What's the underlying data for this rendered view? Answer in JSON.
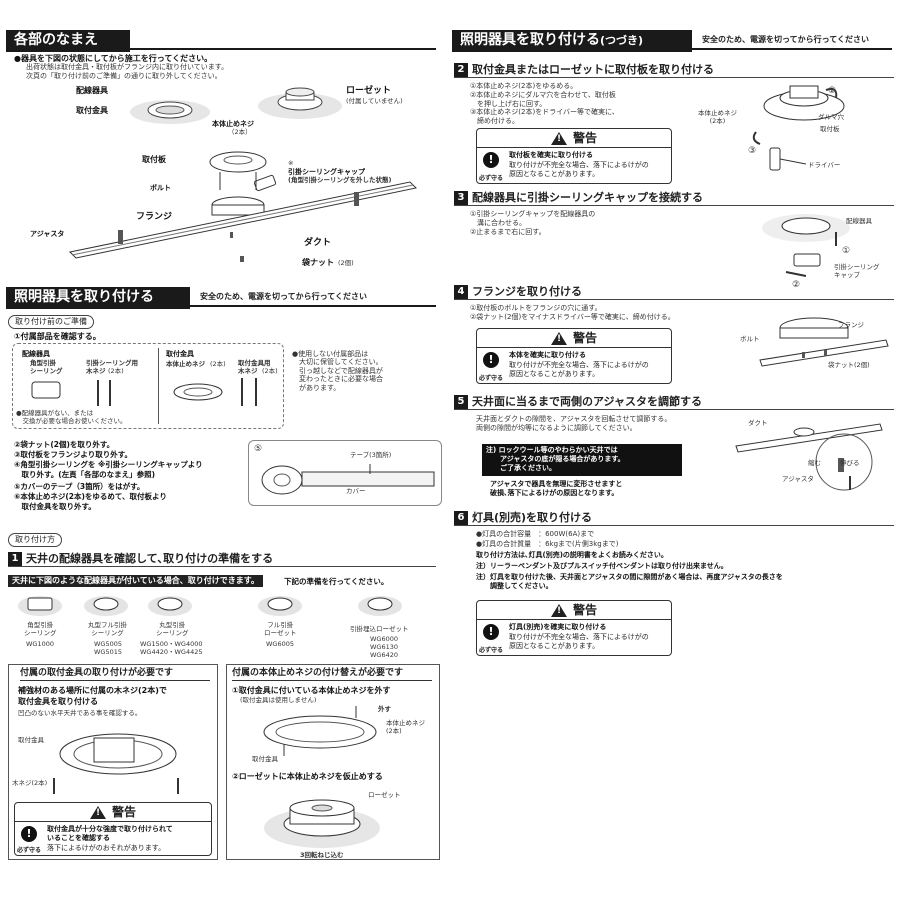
{
  "left": {
    "parts": {
      "title": "各部のなまえ",
      "note1": "●器具を下図の状態にしてから施工を行ってください。",
      "note2": "出荷状態は取付金具・取付板がフランジ内に取り付いています。\n次頁の「取り付け前のご準備」の通りに取り外してください。",
      "labels": {
        "haisen": "配線器具",
        "kanagu": "取付金具",
        "rosette": "ローゼット",
        "rosette_note": "(付属していません)",
        "honneji": "本体止めネジ",
        "honneji_count": "（2本）",
        "toritsukeita": "取付板",
        "hikikake": "引掛シーリングキャップ",
        "hikikake_note": "(角型引掛シーリングを外した状態)",
        "kome": "※",
        "bolt": "ボルト",
        "flange": "フランジ",
        "adjuster": "アジャスタ",
        "duct": "ダクト",
        "fukuro": "袋ナット",
        "fukuro_count": "(2個)"
      }
    },
    "install": {
      "title": "照明器具を取り付ける",
      "note": "安全のため、電源を切ってから行ってください",
      "prep_tab": "取り付け前のご準備",
      "prep1": "①付属部品を確認する。",
      "box": {
        "haisen": "配線器具",
        "kaku": "角型引掛\nシーリング",
        "hikikake_you": "引掛シーリング用\n木ネジ",
        "hikikake_cnt": "(2本)",
        "kanagu": "取付金具",
        "honneji": "本体止めネジ",
        "honneji_cnt": "(2本)",
        "kanagu_moku": "取付金具用\n木ネジ",
        "kanagu_cnt": "(2本)",
        "missing": "●配線器具がない、または\n　交換が必要な場合お使いください。"
      },
      "unused": "●使用しない付属部品は\n　大切に保管してください。\n　引っ越しなどで配線器具が\n　変わったときに必要な場合\n　があります。",
      "steps": [
        "②袋ナット(2個)を取り外す。",
        "③取付板をフランジより取り外す。",
        "④角型引掛シーリングを ※引掛シーリングキャップより",
        "　取り外す。(左頁「各部のなまえ」参照)",
        "⑤カバーのテープ（3箇所）をはがす。",
        "⑥本体止めネジ(2本)をゆるめて、取付板より",
        "　取付金具を取り外す。"
      ],
      "fig5": {
        "num": "⑤",
        "tape": "テープ(3箇所)",
        "cover": "カバー"
      }
    },
    "howto": {
      "tab": "取り付け方",
      "step1_num": "1",
      "step1_title": "天井の配線器具を確認して､取り付けの準備をする",
      "bar": "天井に下図のような配線器具が付いている場合、取り付けできます。",
      "bar_after": "下記の準備を行ってください。",
      "fixtures": [
        {
          "name": "角型引掛\nシーリング",
          "model": "WG1000"
        },
        {
          "name": "丸型フル引掛\nシーリング",
          "model": "WG5005\nWG5015"
        },
        {
          "name": "丸型引掛\nシーリング",
          "model": "WG1500・WG4000\nWG4420・WG4425"
        },
        {
          "name": "フル引掛\nローゼット",
          "model": "WG6005"
        },
        {
          "name": "引掛埋込ローゼット",
          "model": "WG6000\nWG6130\nWG6420"
        }
      ],
      "boxA": {
        "title": "付属の取付金具の取り付けが必要です",
        "h1": "補強材のある場所に付属の木ネジ(2本)で",
        "h2": "取付金具を取り付ける",
        "sub": "凹凸のない水平天井である事を確認する。",
        "lbl_kanagu": "取付金具",
        "lbl_mokuneji": "木ネジ(2本)",
        "warn_title": "警告",
        "warn_bold": "取付金具が十分な強度で取り付けられて\nいることを確認する",
        "warn_text": "落下によるけがのおそれがあります。",
        "must": "必ず守る"
      },
      "boxB": {
        "title": "付属の本体止めネジの付け替えが必要です",
        "s1": "①取付金具に付いている本体止めネジを外す",
        "s1_sub": "(取付金具は使用しません)",
        "lbl_soto": "外す",
        "lbl_honneji": "本体止めネジ\n(2本)",
        "lbl_kanagu": "取付金具",
        "s2": "②ローゼットに本体止めネジを仮止めする",
        "lbl_rosette": "ローゼット",
        "lbl_3kai": "3回転ねじ込む"
      }
    }
  },
  "right": {
    "header": {
      "title": "照明器具を取り付ける",
      "title_sub": "(つづき)",
      "note": "安全のため、電源を切ってから行ってください"
    },
    "s2": {
      "num": "2",
      "title": "取付金具またはローゼットに取付板を取り付ける",
      "text": "①本体止めネジ(2本)をゆるめる。\n②本体止めネジにダルマ穴を合わせて、取付板\n　を押し上げ右に回す。\n③本体止めネジ(2本)をドライバー等で確実に、\n　締め付ける。",
      "lbl_honneji": "本体止めネジ\n(2本)",
      "lbl_daruma": "ダルマ穴",
      "lbl_ita": "取付板",
      "lbl_driver": "ドライバー",
      "c2": "②",
      "c3": "③",
      "warn_title": "警告",
      "warn_bold": "取付板を確実に取り付ける",
      "warn_text": "取り付けが不完全な場合、落下によるけがの\n原因となることがあります。",
      "must": "必ず守る"
    },
    "s3": {
      "num": "3",
      "title": "配線器具に引掛シーリングキャップを接続する",
      "text": "①引掛シーリングキャップを配線器具の\n　溝に合わせる。\n②止まるまで右に回す。",
      "lbl_haisen": "配線器具",
      "lbl_cap": "引掛シーリング\nキャップ",
      "c1": "①",
      "c2": "②"
    },
    "s4": {
      "num": "4",
      "title": "フランジを取り付ける",
      "text": "①取付板のボルトをフランジの穴に通す。\n②袋ナット(2個)をマイナスドライバー等で確実に、締め付ける。",
      "lbl_flange": "フランジ",
      "lbl_bolt": "ボルト",
      "lbl_nut": "袋ナット(2個)",
      "warn_title": "警告",
      "warn_bold": "本体を確実に取り付ける",
      "warn_text": "取り付けが不完全な場合、落下によるけがの\n原因となることがあります。",
      "must": "必ず守る"
    },
    "s5": {
      "num": "5",
      "title": "天井面に当るまで両側のアジャスタを調節する",
      "text": "天井面とダクトの隙間を、アジャスタを回転させて調節する。\n両側の隙間が均等になるように調節してください。",
      "black": "注) ロックウール等のやわらかい天井では\n　　アジャスタの底が隠る場合があります。\n　　ご了承ください。",
      "bold2": "アジャスタで器具を無理に変形させますと\n破損､落下によるけがの原因となります。",
      "lbl_duct": "ダクト",
      "lbl_chijimu": "縮む",
      "lbl_nobiru": "伸びる",
      "lbl_adjuster": "アジャスタ"
    },
    "s6": {
      "num": "6",
      "title": "灯具(別売)を取り付ける",
      "l1": "●灯具の合計容量　：600W(6A)まで",
      "l2": "●灯具の合計質量　：6kgまで(片側3kgまで)",
      "l3": "取り付け方法は､灯具(別売)の説明書をよくお読みください。",
      "l4": "注）リーラーペンダント及びプルスイッチ付ペンダントは取り付け出来ません。",
      "l5": "注）灯具を取り付けた後、天井面とアジャスタの間に隙間があく場合は、再度アジャスタの長さを\n　　調整してください。",
      "warn_title": "警告",
      "warn_bold": "灯具(別売)を確実に取り付ける",
      "warn_text": "取り付けが不完全な場合、落下によるけがの\n原因となることがあります。",
      "must": "必ず守る"
    }
  }
}
